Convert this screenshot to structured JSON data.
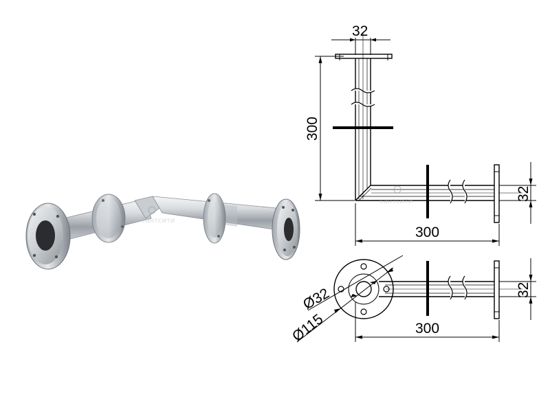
{
  "brand_watermark": "сантсити",
  "render": {
    "title": "",
    "caption": ""
  },
  "drawing": {
    "side_view": {
      "dim_top_width": "32",
      "dim_vertical_length": "300",
      "dim_right_height": "32",
      "dim_horizontal_length": "300"
    },
    "plan_view": {
      "dim_inner_diameter": "Ø32",
      "dim_flange_diameter": "Ø115",
      "dim_right_height": "32",
      "dim_horizontal_length": "300"
    }
  },
  "colors": {
    "line": "#000000",
    "metal_light": "#eef0f2",
    "metal_dark": "#7d848c",
    "bore": "#2a2c2f"
  }
}
